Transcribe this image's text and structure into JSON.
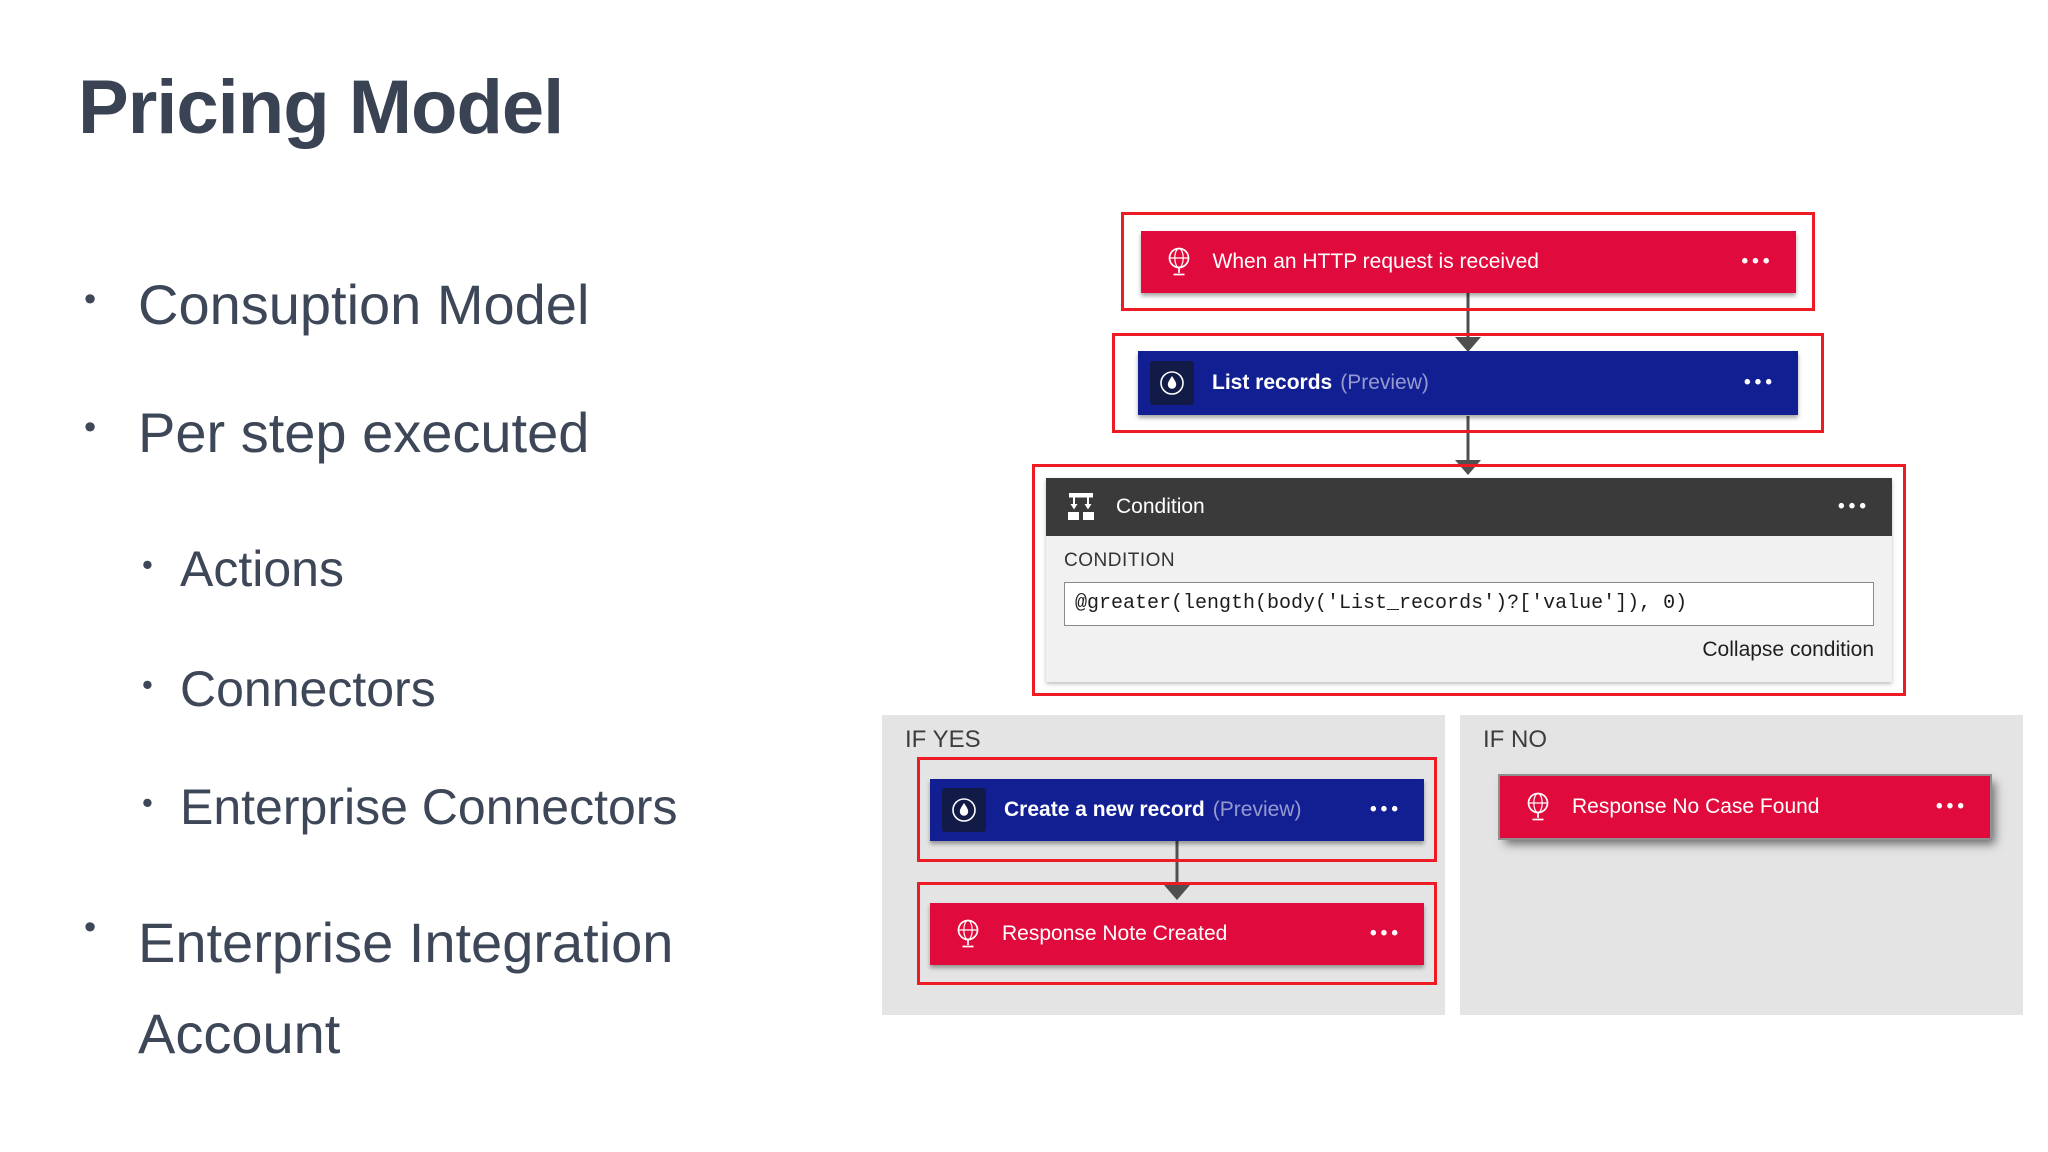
{
  "slide": {
    "title": "Pricing Model",
    "bullets": [
      {
        "label": "Consuption Model",
        "level": 1
      },
      {
        "label": "Per step executed",
        "level": 1
      },
      {
        "label": "Actions",
        "level": 2
      },
      {
        "label": "Connectors",
        "level": 2
      },
      {
        "label": "Enterprise Connectors",
        "level": 2
      },
      {
        "label": "Enterprise Integration Account",
        "level": 1
      }
    ]
  },
  "flow": {
    "ellipsis": "•••",
    "trigger": {
      "title": "When an HTTP request is received"
    },
    "list_records": {
      "title": "List records",
      "suffix": "(Preview)"
    },
    "condition": {
      "title": "Condition",
      "field_label": "CONDITION",
      "expression": "@greater(length(body('List_records')?['value']), 0)",
      "collapse_label": "Collapse condition"
    },
    "if_yes": {
      "label": "IF YES",
      "create_record": {
        "title": "Create a new record",
        "suffix": "(Preview)"
      },
      "response_note": {
        "title": "Response Note Created"
      }
    },
    "if_no": {
      "label": "IF NO",
      "response_no_case": {
        "title": "Response No Case Found"
      }
    },
    "accent_colors": {
      "step_red": "#e00b3c",
      "step_blue": "#121f93",
      "condition_header": "#3a3a3a",
      "panel_gray": "#e4e4e4",
      "annotation_outline": "#ed1c24",
      "text_ink": "#3d4758"
    }
  }
}
